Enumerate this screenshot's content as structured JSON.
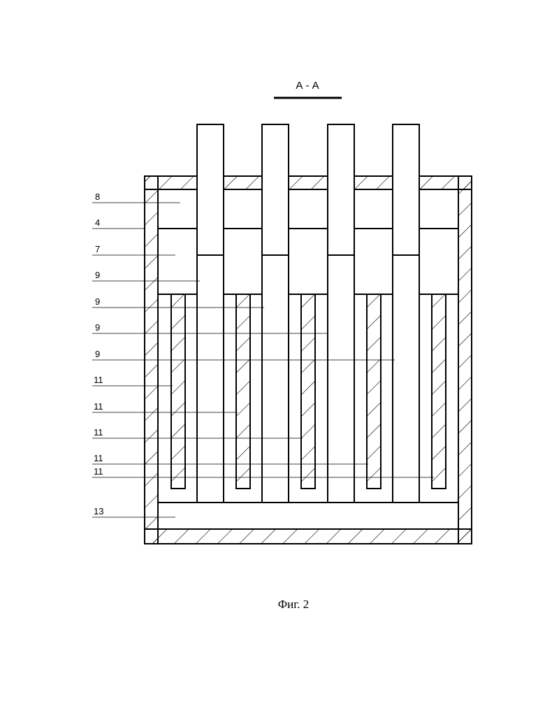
{
  "diagram": {
    "section_label": "А - А",
    "caption": "Фиг. 2",
    "labels": [
      "8",
      "4",
      "7",
      "9",
      "9",
      "9",
      "9",
      "11",
      "11",
      "11",
      "11",
      "11",
      "13"
    ]
  }
}
